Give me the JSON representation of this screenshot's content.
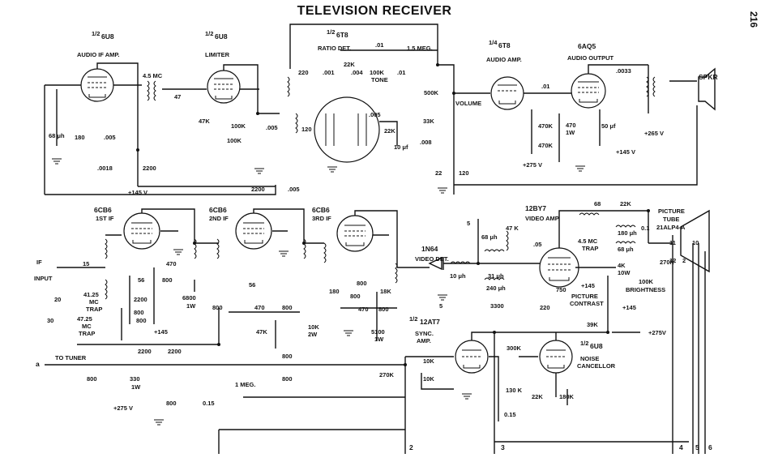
{
  "title": "TELEVISION RECEIVER",
  "page_number": "216",
  "stages": {
    "audio_if": {
      "fraction": "1/2",
      "tube": "6U8",
      "label": "AUDIO IF AMP."
    },
    "limiter": {
      "fraction": "1/2",
      "tube": "6U8",
      "label": "LIMITER"
    },
    "ratio_det": {
      "fraction": "1/2",
      "tube": "6T8",
      "label": "RATIO DET."
    },
    "audio_amp": {
      "fraction": "1/4",
      "tube": "6T8",
      "label": "AUDIO AMP."
    },
    "audio_out": {
      "tube": "6AQ5",
      "label": "AUDIO OUTPUT"
    },
    "speaker": "SPKR",
    "if1": {
      "tube": "6CB6",
      "label": "1ST IF"
    },
    "if2": {
      "tube": "6CB6",
      "label": "2ND IF"
    },
    "if3": {
      "tube": "6CB6",
      "label": "3RD IF"
    },
    "video_det": {
      "diode": "1N64",
      "label": "VIDEO DET."
    },
    "video_amp": {
      "tube": "12BY7",
      "label": "VIDEO AMP."
    },
    "picture_tube": {
      "line1": "PICTURE",
      "line2": "TUBE",
      "line3": "21ALP4-A"
    },
    "sync_amp": {
      "fraction": "1/2",
      "tube": "12AT7",
      "label1": "SYNC.",
      "label2": "AMP."
    },
    "noise": {
      "fraction": "1/2",
      "tube": "6U8",
      "label1": "NOISE",
      "label2": "CANCELLOR"
    }
  },
  "labels": {
    "if_input": "IF",
    "input": "INPUT",
    "to_tuner": "TO TUNER",
    "node_a": "a",
    "trap1": [
      "41.25",
      "MC",
      "TRAP"
    ],
    "trap2": [
      "47.25",
      "MC",
      "TRAP"
    ],
    "trap3": [
      "4.5 MC",
      "TRAP"
    ],
    "volume": "VOLUME",
    "tone": "TONE",
    "brightness": "BRIGHTNESS",
    "picture_contrast": [
      "PICTURE",
      "CONTRAST"
    ],
    "bottom_nodes": [
      "2",
      "3",
      "4",
      "5",
      "6"
    ],
    "tube_pins": [
      "11",
      "12",
      "2",
      "10"
    ]
  },
  "components": {
    "audio_section": [
      "68 μh",
      "180",
      ".005",
      ".0018",
      "4.5 MC",
      "47",
      "47K",
      "100K",
      "100K",
      ".005",
      "2200",
      "2200",
      ".005",
      "220",
      "120",
      "22K",
      ".001",
      ".004",
      ".01",
      "1.5 MEG.",
      ".01",
      "100K",
      ".005",
      "22K",
      "10 μf",
      "500K",
      "33K",
      ".008",
      "22",
      "120",
      ".01",
      "470K",
      "470K",
      "470",
      "1W",
      "50 μf",
      ".0033"
    ],
    "if_section": [
      "15",
      "20",
      "30",
      "56",
      "2200",
      "800",
      "800",
      "470",
      "800",
      "6800",
      "1W",
      "2200",
      "2200",
      "56",
      "800",
      "470",
      "800",
      "47K",
      "800",
      "10K",
      "2W",
      "180",
      "800",
      "800",
      "470",
      "800",
      "18K",
      "5100",
      "1W",
      "5"
    ],
    "video_section": [
      "68 μh",
      "47 K",
      ".05",
      "10 μh",
      "31 μh",
      "240 μh",
      "3300",
      "5",
      "750",
      "220",
      "68",
      "22K",
      "180 μh",
      "68 μh",
      "0.1",
      "4K",
      "10W",
      "270K",
      "100K",
      "39K"
    ],
    "sync_section": [
      "10K",
      "10K",
      "270K",
      "300K",
      "1 MEG.",
      "130 K",
      "0.15",
      "22K",
      "180K",
      "800",
      "330",
      "1W",
      "800",
      "0.15",
      "800"
    ]
  },
  "supply": {
    "b145": "+145 V",
    "b275": "+275 V",
    "b265": "+265 V",
    "b145b": "+145",
    "b275b": "+275V"
  }
}
